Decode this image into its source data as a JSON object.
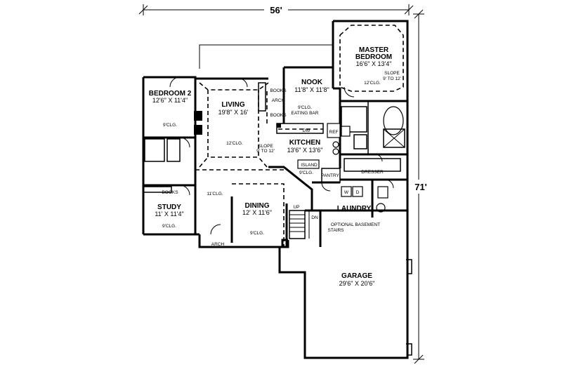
{
  "dimensions": {
    "width": "56'",
    "depth": "71'"
  },
  "rooms": {
    "master": {
      "name1": "MASTER",
      "name2": "BEDROOM",
      "size": "16'6\" X 13'4\"",
      "ceiling": "12'CLG.",
      "slope": "SLOPE",
      "slope_range": "9' TO 12'"
    },
    "bedroom2": {
      "name": "BEDROOM 2",
      "size": "12'6\" X 11'4\"",
      "ceiling": "9'CLG."
    },
    "living": {
      "name": "LIVING",
      "size": "19'8\" X 16'",
      "ceiling": "12'CLG.",
      "slope": "SLOPE",
      "slope_range": "9' TO 12'"
    },
    "nook": {
      "name": "NOOK",
      "size": "11'8\" X 11'8\"",
      "ceiling": "9'CLG.",
      "eating_bar": "EATING BAR"
    },
    "kitchen": {
      "name": "KITCHEN",
      "size": "13'6\" X 13'6\"",
      "island": "ISLAND",
      "ceiling": "9'CLG.",
      "pantry": "PANTRY",
      "dw": "DW",
      "ref": "REF"
    },
    "study": {
      "name": "STUDY",
      "size": "11' X 11'4\"",
      "ceiling": "9'CLG.",
      "books": "BOOKS"
    },
    "dining": {
      "name": "DINING",
      "size": "12' X 11'6\"",
      "ceiling": "9'CLG.",
      "foyer_ceiling": "11'CLG."
    },
    "laundry": {
      "name": "LAUNDRY",
      "w": "W",
      "d": "D"
    },
    "garage": {
      "name": "GARAGE",
      "size": "29'6\" X 20'6\""
    }
  },
  "notes": {
    "books": "BOOKS",
    "arch": "ARCH",
    "dresser": "DRESSER",
    "up": "UP",
    "dn": "DN",
    "basement_line1": "OPTIONAL BASEMENT",
    "basement_line2": "STAIRS"
  }
}
